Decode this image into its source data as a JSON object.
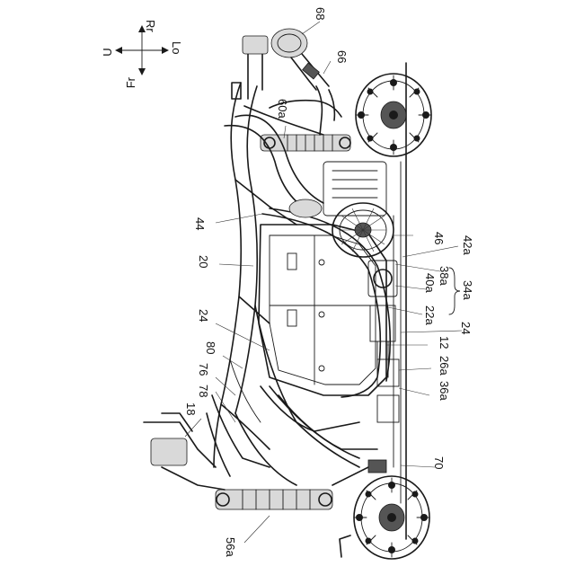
{
  "orientation": {
    "up": "U",
    "lower": "Lo",
    "front": "Fr",
    "rear": "Rr"
  },
  "reference_numerals": {
    "n68": "68",
    "n66": "66",
    "n60a": "60a",
    "n44": "44",
    "n46": "46",
    "n42a": "42a",
    "n20": "20",
    "n38a": "38a",
    "n40a": "40a",
    "n34a": "34a",
    "n22a": "22a",
    "n24_left": "24",
    "n24_right": "24",
    "n12": "12",
    "n80": "80",
    "n76": "76",
    "n78": "78",
    "n26a": "26a",
    "n36a": "36a",
    "n18": "18",
    "n70": "70",
    "n56a": "56a"
  }
}
